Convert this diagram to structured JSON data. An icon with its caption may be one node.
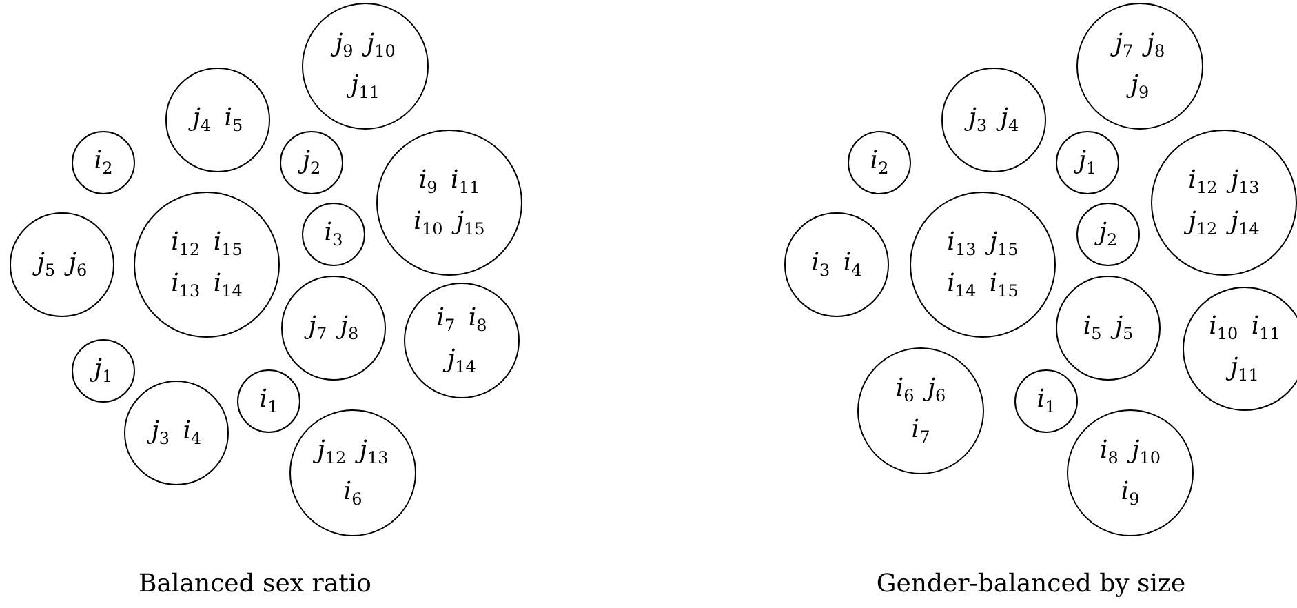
{
  "diagram": {
    "nodes": [
      {
        "text": [
          "*j*$_{9}$ *j*$_{10}$",
          "*j*$_{11}$"
        ]
      },
      {
        "text": [
          "*j*$_{4}$ *i*$_{5}$"
        ]
      },
      {
        "text": [
          "*i*$_{2}$"
        ]
      },
      {
        "text": [
          "*j*$_{2}$"
        ]
      },
      {
        "text": [
          "*i*$_{9}$ *i*$_{11}$",
          "*i*$_{10}$ *j*$_{15}$"
        ]
      },
      {
        "text": [
          "*j*$_{5}$ *j*$_{6}$"
        ]
      },
      {
        "text": [
          "*i*$_{12}$ *i*$_{15}$",
          "*i*$_{13}$ *i*$_{14}$"
        ]
      },
      {
        "text": [
          "*i*$_{3}$"
        ]
      },
      {
        "text": [
          "*j*$_{7}$ *j*$_{8}$"
        ]
      },
      {
        "text": [
          "*i*$_{7}$ *i*$_{8}$",
          "*j*$_{14}$"
        ]
      },
      {
        "text": [
          "*j*$_{1}$"
        ]
      },
      {
        "text": [
          "*j*$_{3}$ *i*$_{4}$"
        ]
      },
      {
        "text": [
          "*i*$_{1}$"
        ]
      },
      {
        "text": [
          "*j*$_{12}$ *j*$_{13}$",
          "*i*$_{6}$"
        ]
      },
      {
        "text": [
          "*j*$_{7}$ *j*$_{8}$",
          "*j*$_{9}$"
        ]
      },
      {
        "text": [
          "*j*$_{3}$ *j*$_{4}$"
        ]
      },
      {
        "text": [
          "*i*$_{2}$"
        ]
      },
      {
        "text": [
          "*j*$_{1}$"
        ]
      },
      {
        "text": [
          "*i*$_{12}$ *j*$_{13}$",
          "*j*$_{12}$ *j*$_{14}$"
        ]
      },
      {
        "text": [
          "*i*$_{3}$ *i*$_{4}$"
        ]
      },
      {
        "text": [
          "*i*$_{13}$ *j*$_{15}$",
          "*i*$_{14}$ *i*$_{15}$"
        ]
      },
      {
        "text": [
          "*j*$_{2}$"
        ]
      },
      {
        "text": [
          "*i*$_{5}$ *j*$_{5}$"
        ]
      },
      {
        "text": [
          "*i*$_{10}$ *i*$_{11}$",
          "*j*$_{11}$"
        ]
      },
      {
        "text": [
          "*i*$_{6}$ *j*$_{6}$",
          "*i*$_{7}$"
        ]
      },
      {
        "text": [
          "*i*$_{1}$"
        ]
      },
      {
        "text": [
          "*i*$_{8}$ *j*$_{10}$",
          "*i*$_{9}$"
        ]
      }
    ],
    "labels": [
      "Balanced sex ratio",
      "Gender-balanced by size"
    ]
  }
}
